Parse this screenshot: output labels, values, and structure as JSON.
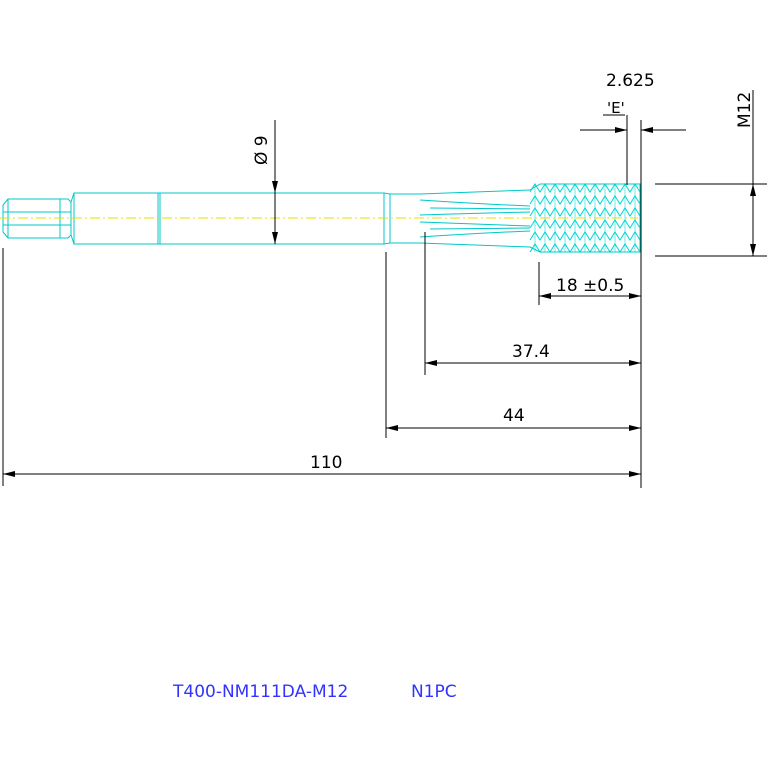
{
  "drawing": {
    "colors": {
      "outline": "#00c8c8",
      "thread": "#00d8d8",
      "centerline": "#e8e000",
      "dimension": "#000000",
      "part_label": "#3333ff"
    },
    "dimensions": {
      "pitch": "2.625",
      "pitch_ref": "'E'",
      "thread_size": "M12",
      "shank_diameter": "Ø 9",
      "thread_length": "18 ±0.5",
      "length_37_4": "37.4",
      "length_44": "44",
      "overall_length": "110"
    },
    "part_number": "T400-NM111DA-M12",
    "part_code": "N1PC"
  }
}
